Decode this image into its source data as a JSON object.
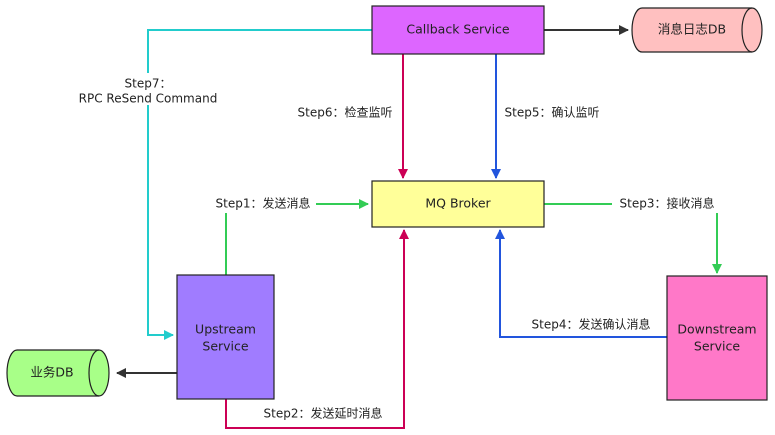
{
  "nodes": {
    "callback_service": {
      "label": "Callback Service",
      "fill": "#dd66ff",
      "stroke": "#222222"
    },
    "mq_broker": {
      "label": "MQ Broker",
      "fill": "#ffff99",
      "stroke": "#222222"
    },
    "upstream_service": {
      "label_line1": "Upstream",
      "label_line2": "Service",
      "fill": "#a07cff",
      "stroke": "#222222"
    },
    "downstream_service": {
      "label_line1": "Downstream",
      "label_line2": "Service",
      "fill": "#ff78c8",
      "stroke": "#222222"
    },
    "message_log_db": {
      "label": "消息日志DB",
      "fill": "#ffc0c0",
      "stroke": "#222222"
    },
    "business_db": {
      "label": "业务DB",
      "fill": "#a8ff88",
      "stroke": "#222222"
    }
  },
  "edges": {
    "step1": {
      "label": "Step1：发送消息",
      "color": "#33cc55"
    },
    "step2": {
      "label": "Step2：发送延时消息",
      "color": "#cc0055"
    },
    "step3": {
      "label": "Step3：接收消息",
      "color": "#33cc55"
    },
    "step4": {
      "label": "Step4：发送确认消息",
      "color": "#2255dd"
    },
    "step5": {
      "label": "Step5：确认监听",
      "color": "#2255dd"
    },
    "step6": {
      "label": "Step6：检查监听",
      "color": "#cc0055"
    },
    "step7": {
      "label_line1": "Step7：",
      "label_line2": "RPC ReSend Command",
      "color": "#22cccc"
    },
    "to_log_db": {
      "color": "#333333"
    },
    "to_business_db": {
      "color": "#333333"
    }
  }
}
